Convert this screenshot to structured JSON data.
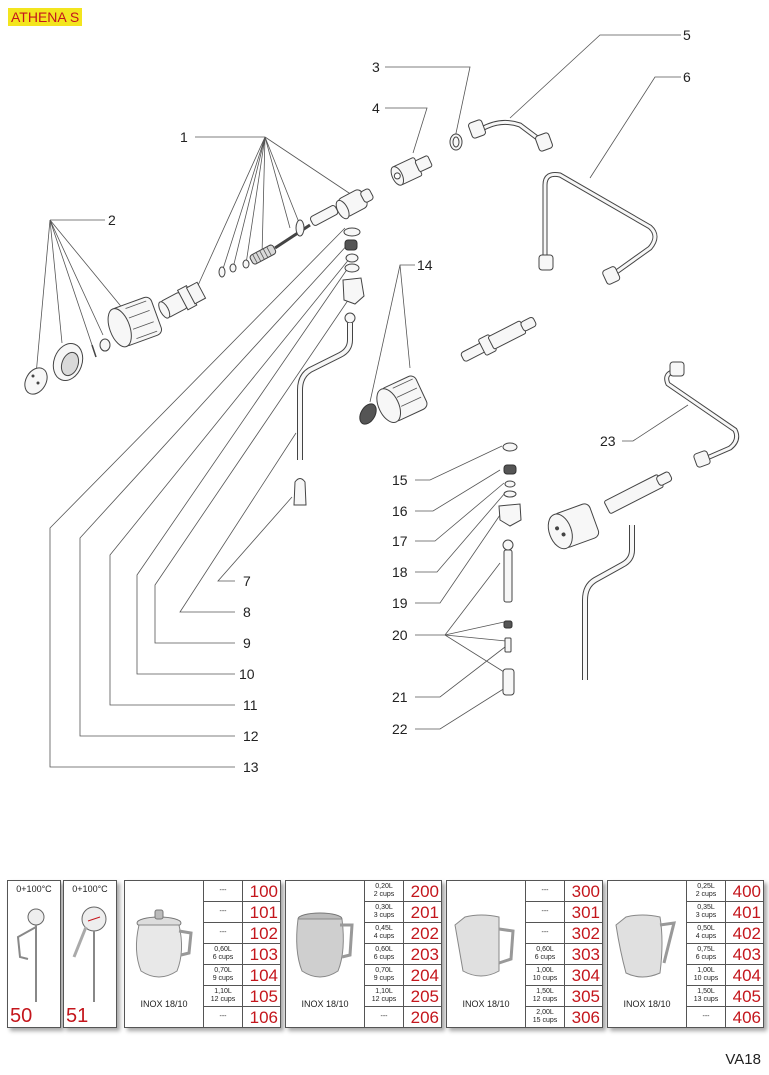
{
  "header": {
    "model": "ATHENA S"
  },
  "diagram": {
    "callouts": [
      {
        "id": "1",
        "label": "1"
      },
      {
        "id": "2",
        "label": "2"
      },
      {
        "id": "3",
        "label": "3"
      },
      {
        "id": "4",
        "label": "4"
      },
      {
        "id": "5",
        "label": "5"
      },
      {
        "id": "6",
        "label": "6"
      },
      {
        "id": "7",
        "label": "7"
      },
      {
        "id": "8",
        "label": "8"
      },
      {
        "id": "9",
        "label": "9"
      },
      {
        "id": "10",
        "label": "10"
      },
      {
        "id": "11",
        "label": "11"
      },
      {
        "id": "12",
        "label": "12"
      },
      {
        "id": "13",
        "label": "13"
      },
      {
        "id": "14",
        "label": "14"
      },
      {
        "id": "15",
        "label": "15"
      },
      {
        "id": "16",
        "label": "16"
      },
      {
        "id": "17",
        "label": "17"
      },
      {
        "id": "18",
        "label": "18"
      },
      {
        "id": "19",
        "label": "19"
      },
      {
        "id": "20",
        "label": "20"
      },
      {
        "id": "21",
        "label": "21"
      },
      {
        "id": "22",
        "label": "22"
      },
      {
        "id": "23",
        "label": "23"
      }
    ]
  },
  "accessories": {
    "thermometers": [
      {
        "range": "0+100°C",
        "code": "50"
      },
      {
        "range": "0+100°C",
        "code": "51"
      }
    ],
    "jugs": [
      {
        "material": "INOX 18/10",
        "rows": [
          {
            "size": "---",
            "cups": "",
            "code": "100"
          },
          {
            "size": "---",
            "cups": "",
            "code": "101"
          },
          {
            "size": "---",
            "cups": "",
            "code": "102"
          },
          {
            "size": "0,60L",
            "cups": "6 cups",
            "code": "103"
          },
          {
            "size": "0,70L",
            "cups": "9 cups",
            "code": "104"
          },
          {
            "size": "1,10L",
            "cups": "12 cups",
            "code": "105"
          },
          {
            "size": "---",
            "cups": "",
            "code": "106"
          }
        ]
      },
      {
        "material": "INOX 18/10",
        "rows": [
          {
            "size": "0,20L",
            "cups": "2 cups",
            "code": "200"
          },
          {
            "size": "0,30L",
            "cups": "3 cups",
            "code": "201"
          },
          {
            "size": "0,45L",
            "cups": "4 cups",
            "code": "202"
          },
          {
            "size": "0,60L",
            "cups": "6 cups",
            "code": "203"
          },
          {
            "size": "0,70L",
            "cups": "9 cups",
            "code": "204"
          },
          {
            "size": "1,10L",
            "cups": "12 cups",
            "code": "205"
          },
          {
            "size": "---",
            "cups": "",
            "code": "206"
          }
        ]
      },
      {
        "material": "INOX 18/10",
        "rows": [
          {
            "size": "---",
            "cups": "",
            "code": "300"
          },
          {
            "size": "---",
            "cups": "",
            "code": "301"
          },
          {
            "size": "---",
            "cups": "",
            "code": "302"
          },
          {
            "size": "0,60L",
            "cups": "6 cups",
            "code": "303"
          },
          {
            "size": "1,00L",
            "cups": "10 cups",
            "code": "304"
          },
          {
            "size": "1,50L",
            "cups": "12 cups",
            "code": "305"
          },
          {
            "size": "2,00L",
            "cups": "15 cups",
            "code": "306"
          }
        ]
      },
      {
        "material": "INOX 18/10",
        "rows": [
          {
            "size": "0,25L",
            "cups": "2 cups",
            "code": "400"
          },
          {
            "size": "0,35L",
            "cups": "3 cups",
            "code": "401"
          },
          {
            "size": "0,50L",
            "cups": "4 cups",
            "code": "402"
          },
          {
            "size": "0,75L",
            "cups": "6 cups",
            "code": "403"
          },
          {
            "size": "1,00L",
            "cups": "10 cups",
            "code": "404"
          },
          {
            "size": "1,50L",
            "cups": "13 cups",
            "code": "405"
          },
          {
            "size": "---",
            "cups": "",
            "code": "406"
          }
        ]
      }
    ]
  },
  "footer": {
    "page_id": "VA18"
  },
  "colors": {
    "accent_red": "#c4161c",
    "badge_yellow": "#f3e51e"
  }
}
